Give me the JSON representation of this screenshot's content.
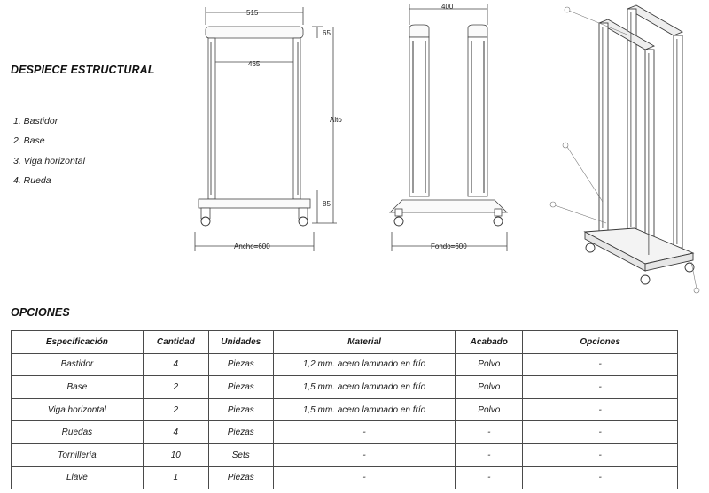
{
  "sections": {
    "structure_title": "DESPIECE ESTRUCTURAL",
    "options_title": "OPCIONES"
  },
  "parts": [
    {
      "label": "1. Bastidor"
    },
    {
      "label": "2. Base"
    },
    {
      "label": "3. Viga horizontal"
    },
    {
      "label": "4. Rueda"
    }
  ],
  "drawing": {
    "front_width_top": "515",
    "front_inner": "465",
    "front_top_h": "65",
    "height_label": "Alto",
    "front_bottom_h": "85",
    "front_width_label": "Ancho=600",
    "side_width_top": "400",
    "side_depth_label": "Fondo=600"
  },
  "table": {
    "headers": [
      "Especificación",
      "Cantidad",
      "Unidades",
      "Material",
      "Acabado",
      "Opciones"
    ],
    "rows": [
      [
        "Bastidor",
        "4",
        "Piezas",
        "1,2 mm. acero laminado en frío",
        "Polvo",
        "-"
      ],
      [
        "Base",
        "2",
        "Piezas",
        "1,5 mm. acero laminado en frío",
        "Polvo",
        "-"
      ],
      [
        "Viga horizontal",
        "2",
        "Piezas",
        "1,5 mm. acero laminado en frío",
        "Polvo",
        "-"
      ],
      [
        "Ruedas",
        "4",
        "Piezas",
        "-",
        "-",
        "-"
      ],
      [
        "Tornillería",
        "10",
        "Sets",
        "-",
        "-",
        "-"
      ],
      [
        "Llave",
        "1",
        "Piezas",
        "-",
        "-",
        "-"
      ]
    ]
  }
}
